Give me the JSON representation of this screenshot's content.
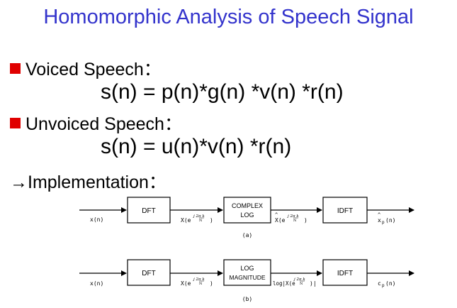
{
  "title": "Homomorphic Analysis of Speech Signal",
  "voiced": {
    "label": "Voiced Speech：",
    "equation": "s(n) = p(n)*g(n) *v(n) *r(n)"
  },
  "unvoiced": {
    "label": "Unvoiced Speech：",
    "equation": "s(n) = u(n)*v(n) *r(n)"
  },
  "implementation": {
    "label": "→Implementation："
  },
  "diagram_a": {
    "input": "x(n)",
    "block1": "DFT",
    "mid1": "X(e",
    "block2_line1": "COMPLEX",
    "block2_line2": "LOG",
    "mid2": "X(e",
    "block3": "IDFT",
    "output": "x",
    "output_sub": "p",
    "output_arg": "(n)",
    "caption": "(a)"
  },
  "diagram_b": {
    "input": "x(n)",
    "block1": "DFT",
    "mid1": "X(e",
    "block2_line1": "LOG",
    "block2_line2": "MAGNITUDE",
    "mid2": "log|X(e",
    "block3": "IDFT",
    "output": "c",
    "output_sub": "p",
    "output_arg": "(n)",
    "caption": "(b)"
  },
  "colors": {
    "title": "#3333cc",
    "bullet": "#e00000"
  }
}
